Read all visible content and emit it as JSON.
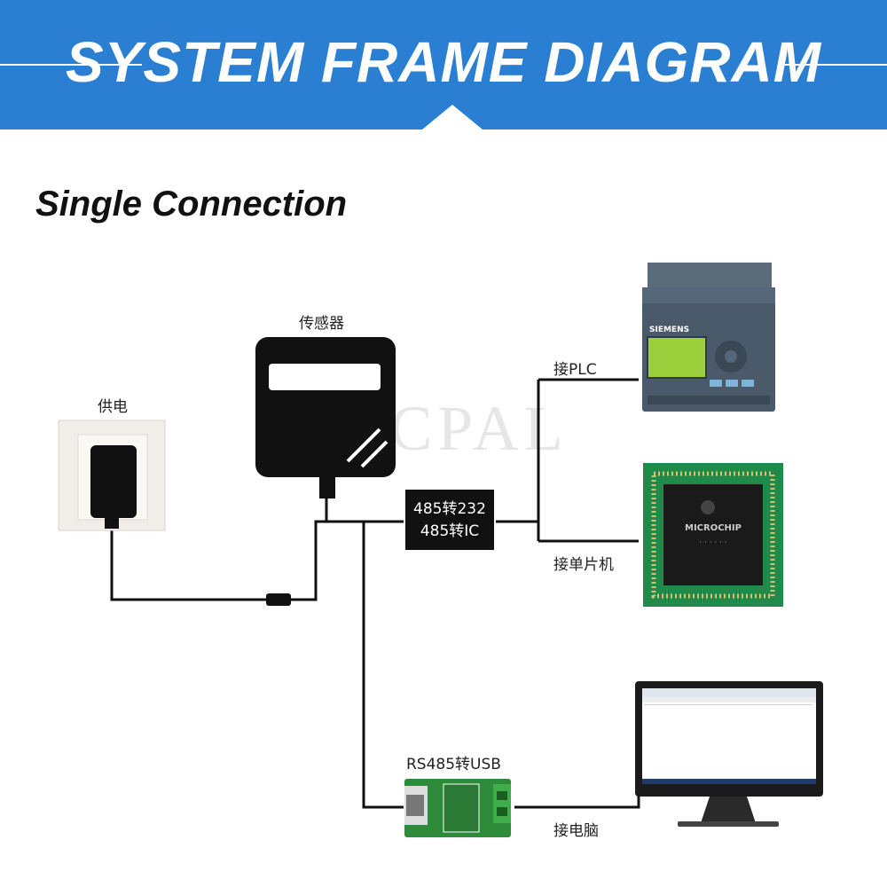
{
  "header": {
    "title": "SYSTEM FRAME DIAGRAM"
  },
  "section": {
    "title": "Single Connection"
  },
  "nodes": {
    "power": {
      "label": "供电"
    },
    "sensor": {
      "label": "传感器"
    },
    "converter": {
      "line1": "485转232",
      "line2": "485转IC"
    },
    "plc": {
      "label": "接PLC",
      "brand": "SIEMENS"
    },
    "mcu": {
      "label": "接单片机",
      "brand": "MICROCHIP"
    },
    "usb_converter": {
      "label": "RS485转USB"
    },
    "computer": {
      "label": "接电脑"
    }
  },
  "watermark": {
    "text": "CPAL"
  },
  "colors": {
    "banner": "#2a7fd2",
    "wire": "#111111",
    "plc_body": "#4a5a6a",
    "plc_screen": "#9ccf3c",
    "pcb": "#1f8a4a",
    "usb_body": "#2e8b3a"
  }
}
